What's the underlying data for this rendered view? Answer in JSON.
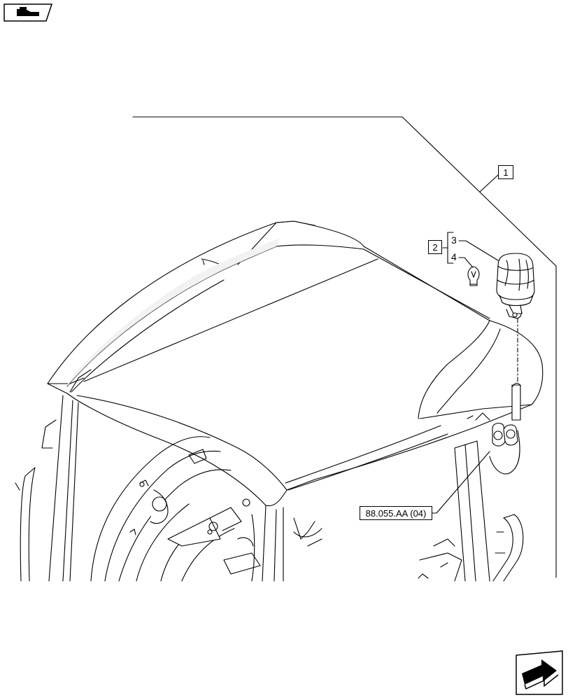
{
  "callouts": {
    "item1": "1",
    "item2": "2",
    "item3": "3",
    "item4": "4"
  },
  "reference": {
    "label": "88.055.AA (04)"
  },
  "icons": {
    "top_left": "book-icon",
    "bottom_right": "next-page-arrow-icon"
  },
  "colors": {
    "line": "#000000",
    "fill": "#ffffff",
    "shade": "#e6e6e6"
  }
}
